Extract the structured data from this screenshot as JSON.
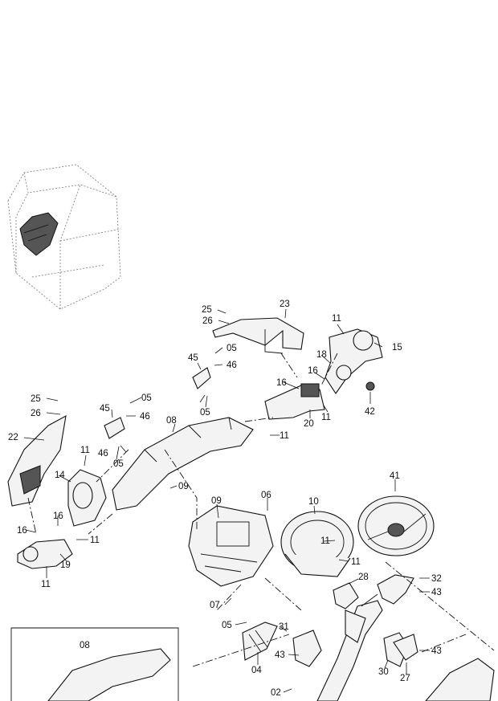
{
  "diagram": {
    "callouts": [
      "25",
      "26",
      "23",
      "11",
      "15",
      "05",
      "46",
      "45",
      "18",
      "16",
      "16",
      "42",
      "11",
      "20",
      "05",
      "11",
      "25",
      "26",
      "22",
      "45",
      "05",
      "46",
      "08",
      "46",
      "05",
      "11",
      "09",
      "14",
      "16",
      "16",
      "11",
      "19",
      "11",
      "09",
      "06",
      "10",
      "41",
      "11",
      "11",
      "28",
      "32",
      "43",
      "07",
      "05",
      "31",
      "43",
      "04",
      "30",
      "27",
      "43",
      "02",
      "08"
    ]
  },
  "colors": {
    "ink": "#111111",
    "background": "#ffffff"
  }
}
